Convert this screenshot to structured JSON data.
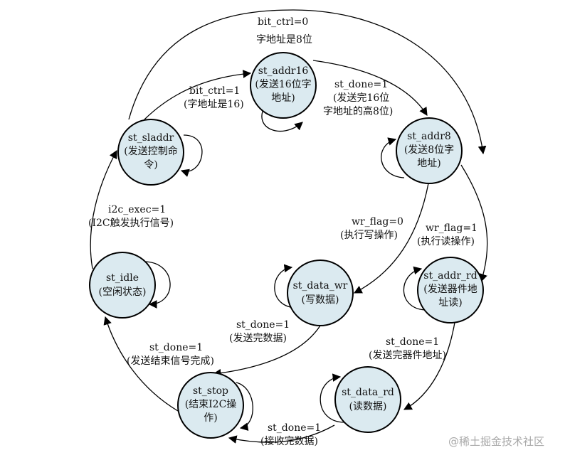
{
  "colors": {
    "state_fill": "#dbeaf0",
    "stroke": "#000000",
    "text": "#111111",
    "watermark": "#a8a8a8"
  },
  "states": {
    "st_addr16": {
      "line1": "st_addr16",
      "line2": "(发送16位字",
      "line3": "地址)"
    },
    "st_sladdr": {
      "line1": "st_sladdr",
      "line2": "(发送控制命",
      "line3": "令)"
    },
    "st_addr8": {
      "line1": "st_addr8",
      "line2": "(发送8位字",
      "line3": "地址)"
    },
    "st_idle": {
      "line1": "st_idle",
      "line2": "(空闲状态)"
    },
    "st_data_wr": {
      "line1": "st_data_wr",
      "line2": "(写数据)"
    },
    "st_addr_rd": {
      "line1": "st_addr_rd",
      "line2": "(发送器件地",
      "line3": "址读)"
    },
    "st_stop": {
      "line1": "st_stop",
      "line2": "(结束I2C操",
      "line3": "作)"
    },
    "st_data_rd": {
      "line1": "st_data_rd",
      "line2": "(读数据)"
    }
  },
  "transitions": {
    "sladdr_to_addr8": {
      "line1": "bit_ctrl=0",
      "line2": "字地址是8位"
    },
    "sladdr_to_addr16": {
      "line1": "bit_ctrl=1",
      "line2": "(字地址是16)"
    },
    "addr16_to_addr8": {
      "line1": "st_done=1",
      "line2": "(发送完16位",
      "line3": "字地址的高8位)"
    },
    "idle_to_sladdr": {
      "line1": "i2c_exec=1",
      "line2": "(I2C触发执行信号)"
    },
    "addr8_to_data_wr": {
      "line1": "wr_flag=0",
      "line2": "(执行写操作)"
    },
    "addr8_to_addr_rd": {
      "line1": "wr_flag=1",
      "line2": "(执行读操作)"
    },
    "data_wr_to_stop": {
      "line1": "st_done=1",
      "line2": "(发送完数据)"
    },
    "addr_rd_to_data_rd": {
      "line1": "st_done=1",
      "line2": "(发送完器件地址)"
    },
    "stop_to_idle": {
      "line1": "st_done=1",
      "line2": "(发送结束信号完成)"
    },
    "data_rd_to_stop": {
      "line1": "st_done=1",
      "line2": "(接收完数据)"
    }
  },
  "watermark": "@稀土掘金技术社区"
}
